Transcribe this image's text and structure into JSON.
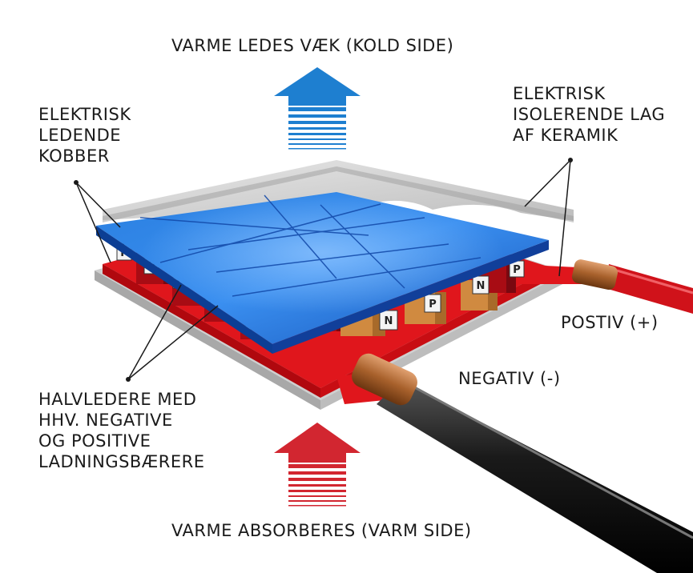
{
  "labels": {
    "cold_side": "VARME LEDES VÆK (KOLD SIDE)",
    "warm_side": "VARME ABSORBERES (VARM SIDE)",
    "copper": [
      "ELEKTRISK",
      "LEDENDE",
      "KOBBER"
    ],
    "ceramic": [
      "ELEKTRISK",
      "ISOLERENDE LAG",
      "AF KERAMIK"
    ],
    "semiconductors": [
      "HALVLEDERE MED",
      "HHV. NEGATIVE",
      "OG POSITIVE",
      "LADNINGSBÆRERE"
    ],
    "positive": "POSTIV (+)",
    "negative": "NEGATIV (-)"
  },
  "pellet_letters": [
    "P",
    "N",
    "P",
    "N",
    "P",
    "N",
    "P",
    "N",
    "P"
  ],
  "colors": {
    "cold_arrow": "#1e7fd0",
    "warm_arrow": "#d22630",
    "copper_plate": "#1f6fd6",
    "ceramic": "#d9d9d9",
    "warm_plate": "#e0161c",
    "cable": "#1c1c1c",
    "connector": "#b8733f",
    "text": "#1a1a1a"
  }
}
